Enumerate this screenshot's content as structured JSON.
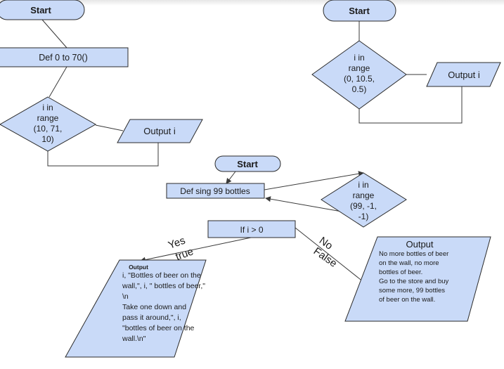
{
  "flowchart_1": {
    "start": "Start",
    "def": "Def 0 to 70()",
    "decision_lines": [
      "i in",
      "range",
      "(10, 71,",
      "10)"
    ],
    "output": "Output i"
  },
  "flowchart_2": {
    "start": "Start",
    "decision_lines": [
      "i in",
      "range",
      "(0, 10.5,",
      "0.5)"
    ],
    "output": "Output i"
  },
  "flowchart_3": {
    "start": "Start",
    "def": "Def sing 99 bottles",
    "decision_lines": [
      "i in",
      "range",
      "(99, -1,",
      "-1)"
    ],
    "condition": "If i > 0",
    "yes_label": "Yes",
    "true_label": "true",
    "no_label": "No",
    "false_label": "False",
    "output_yes_title": "Output",
    "output_yes_lines": [
      "i, \"Bottles of beer on the",
      "wall,\", i, \" bottles of beer,\"",
      "\\n",
      "Take one down and",
      "pass it around,\", i,",
      "\"bottles of beer on the",
      "wall.\\n\""
    ],
    "output_no_title": "Output",
    "output_no_lines": [
      "No more bottles of beer",
      "on the wall, no more",
      "bottles of beer.",
      "Go to the store and buy",
      "some more, 99 bottles",
      "of beer on the wall."
    ]
  },
  "colors": {
    "shape_fill": "#c9daf8",
    "stroke": "#2b2b2b"
  }
}
